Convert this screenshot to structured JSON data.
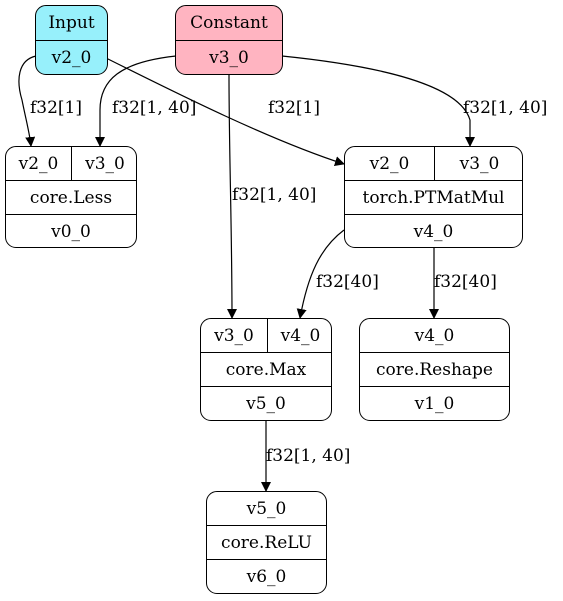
{
  "nodes": {
    "input": {
      "header": "Input",
      "port": "v2_0",
      "fill": "#97f0fb"
    },
    "constant": {
      "header": "Constant",
      "port": "v3_0",
      "fill": "#ffb4c1"
    },
    "less": {
      "in_left": "v2_0",
      "in_right": "v3_0",
      "op": "core.Less",
      "out": "v0_0"
    },
    "matmul": {
      "in_left": "v2_0",
      "in_right": "v3_0",
      "op": "torch.PTMatMul",
      "out": "v4_0"
    },
    "max": {
      "in_left": "v3_0",
      "in_right": "v4_0",
      "op": "core.Max",
      "out": "v5_0"
    },
    "reshape": {
      "in": "v4_0",
      "op": "core.Reshape",
      "out": "v1_0"
    },
    "relu": {
      "in": "v5_0",
      "op": "core.ReLU",
      "out": "v6_0"
    }
  },
  "edges": {
    "input_to_less": "f32[1]",
    "input_to_matmul": "f32[1]",
    "constant_to_less": "f32[1, 40]",
    "constant_to_matmul": "f32[1, 40]",
    "constant_to_max": "f32[1, 40]",
    "matmul_to_max": "f32[40]",
    "matmul_to_reshape": "f32[40]",
    "max_to_relu": "f32[1, 40]"
  }
}
